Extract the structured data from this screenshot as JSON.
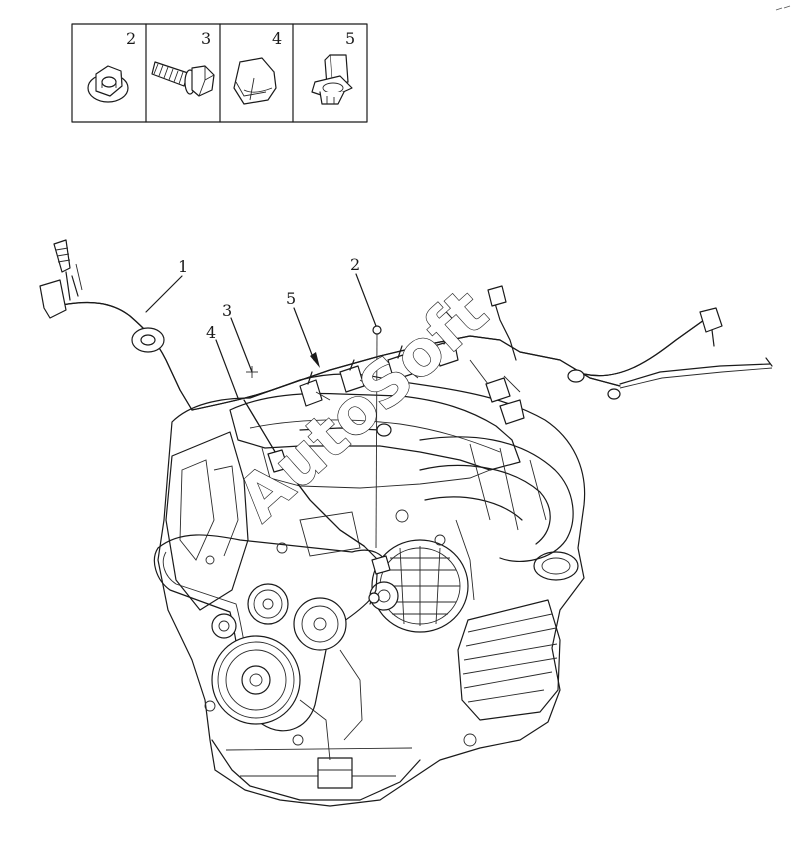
{
  "parts_legend": {
    "cells": [
      {
        "number": "2",
        "icon": "flange-nut-icon"
      },
      {
        "number": "3",
        "icon": "flange-bolt-icon"
      },
      {
        "number": "4",
        "icon": "cable-clip-icon"
      },
      {
        "number": "5",
        "icon": "harness-clip-icon"
      }
    ]
  },
  "callouts": {
    "c1": "1",
    "c2": "2",
    "c3": "3",
    "c4": "4",
    "c5": "5"
  },
  "watermark": {
    "text": "AutoSoft"
  },
  "colors": {
    "line": "#1a1a1a",
    "background": "#ffffff"
  }
}
